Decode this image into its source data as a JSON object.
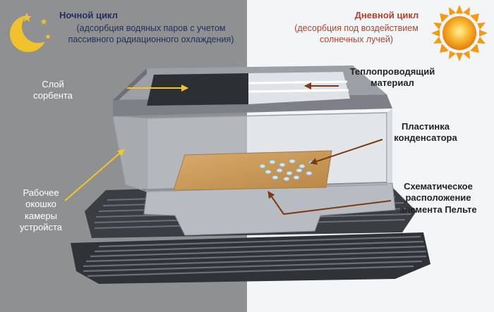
{
  "night": {
    "title": "Ночной цикл",
    "subtitle": "(адсорбция водяных паров с учетом пассивного радиационного охлаждения)",
    "icon": "moon-stars-icon",
    "text_color": "#1f2f5e",
    "background": "#8f9092"
  },
  "day": {
    "title": "Дневной цикл",
    "subtitle": "(десорбция под воздействием солнечных лучей)",
    "icon": "sun-icon",
    "text_color": "#b6402a",
    "background": "#f4f5f7"
  },
  "labels": {
    "sorbent": "Слой сорбента",
    "window": "Рабочее окошко камеры устройста",
    "heat_conductor": "Теплопроводящий материал",
    "condenser_plate": "Пластинка конденсатора",
    "peltier": "Схематическое расположение элемента Пельте"
  },
  "colors": {
    "night_arrow": "#f5c428",
    "day_arrow": "#7a3a12",
    "plate": "#c99a5a",
    "moon": "#f2c12e",
    "sun": "#f29a14"
  }
}
